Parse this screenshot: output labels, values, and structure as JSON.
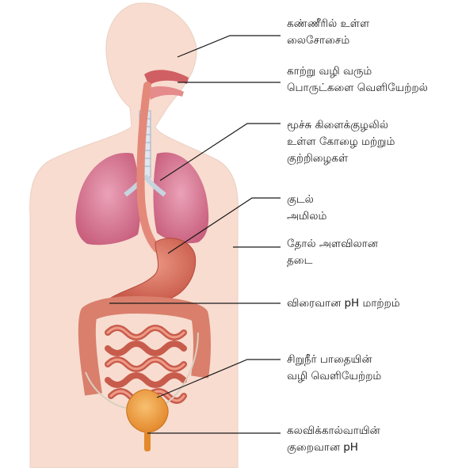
{
  "figure": {
    "labels": [
      {
        "id": "tears",
        "text": "கண்ணீரில் உள்ள\nலைசோசைம்"
      },
      {
        "id": "airway",
        "text": "காற்று வழி வரும்\nபொருட்களை வெளியேற்றல்"
      },
      {
        "id": "trachea",
        "text": "மூச்சு கிளைக்குழலில்\nஉள்ள கோழை மற்றும்\nகுற்றிழைகள்"
      },
      {
        "id": "stomach",
        "text": "குடல்\nஅமிலம்"
      },
      {
        "id": "skin",
        "text": "தோல் அளவிலான\nதடை"
      },
      {
        "id": "intestine",
        "text": "விரைவான pH மாற்றம்"
      },
      {
        "id": "urinary",
        "text": "சிறுநீர் பாதையின்\nவழி வெளியேற்றம்"
      },
      {
        "id": "vagina",
        "text": "கலவிக்கால்வாயின்\nகுறைவான pH"
      }
    ]
  }
}
